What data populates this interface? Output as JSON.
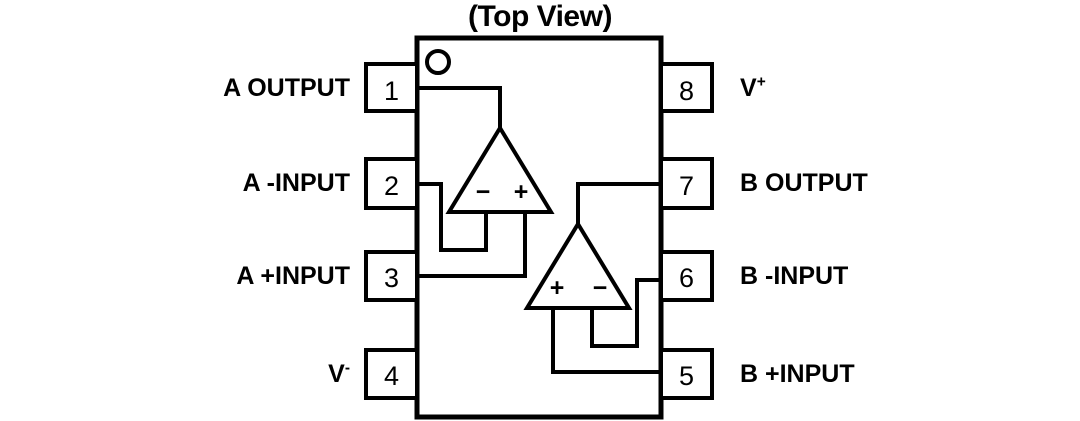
{
  "title": "(Top View)",
  "package": {
    "type": "8-pin dual op-amp package",
    "orientation": "top-view",
    "notch_marker": "pin-1-dot"
  },
  "pins": {
    "left": [
      {
        "number": "1",
        "label": "A OUTPUT",
        "sup": ""
      },
      {
        "number": "2",
        "label": "A -INPUT",
        "sup": ""
      },
      {
        "number": "3",
        "label": "A +INPUT",
        "sup": ""
      },
      {
        "number": "4",
        "label": "V",
        "sup": "-"
      }
    ],
    "right": [
      {
        "number": "8",
        "label": "V",
        "sup": "+"
      },
      {
        "number": "7",
        "label": "B OUTPUT",
        "sup": ""
      },
      {
        "number": "6",
        "label": "B -INPUT",
        "sup": ""
      },
      {
        "number": "5",
        "label": "B +INPUT",
        "sup": ""
      }
    ]
  },
  "amplifiers": [
    {
      "name": "A",
      "left_terminal": "−",
      "right_terminal": "+"
    },
    {
      "name": "B",
      "left_terminal": "+",
      "right_terminal": "−"
    }
  ],
  "colors": {
    "line": "#000000",
    "text": "#000000",
    "background": "#ffffff"
  }
}
